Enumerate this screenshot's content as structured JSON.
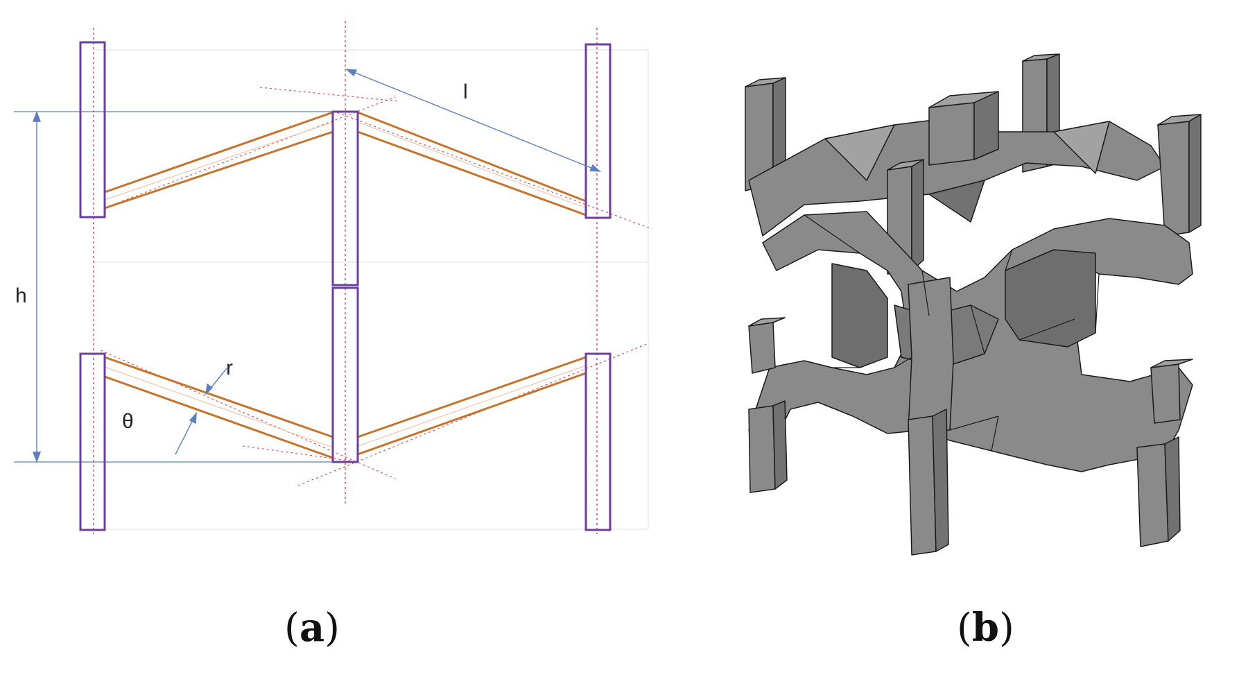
{
  "panel_a": {
    "caption_letter": "a",
    "labels": {
      "l": "l",
      "h": "h",
      "r": "r",
      "theta": "θ"
    },
    "colors": {
      "vertical_strut": "#6b3fa0",
      "inclined_strut": "#c8732a",
      "centerline": "#e05050",
      "dimension": "#5b7fbf"
    }
  },
  "panel_b": {
    "caption_letter": "b",
    "colors": {
      "face_front": "#8a8a8a",
      "face_top": "#a2a2a2",
      "face_side": "#727272",
      "edge": "#1a1a1a"
    }
  }
}
